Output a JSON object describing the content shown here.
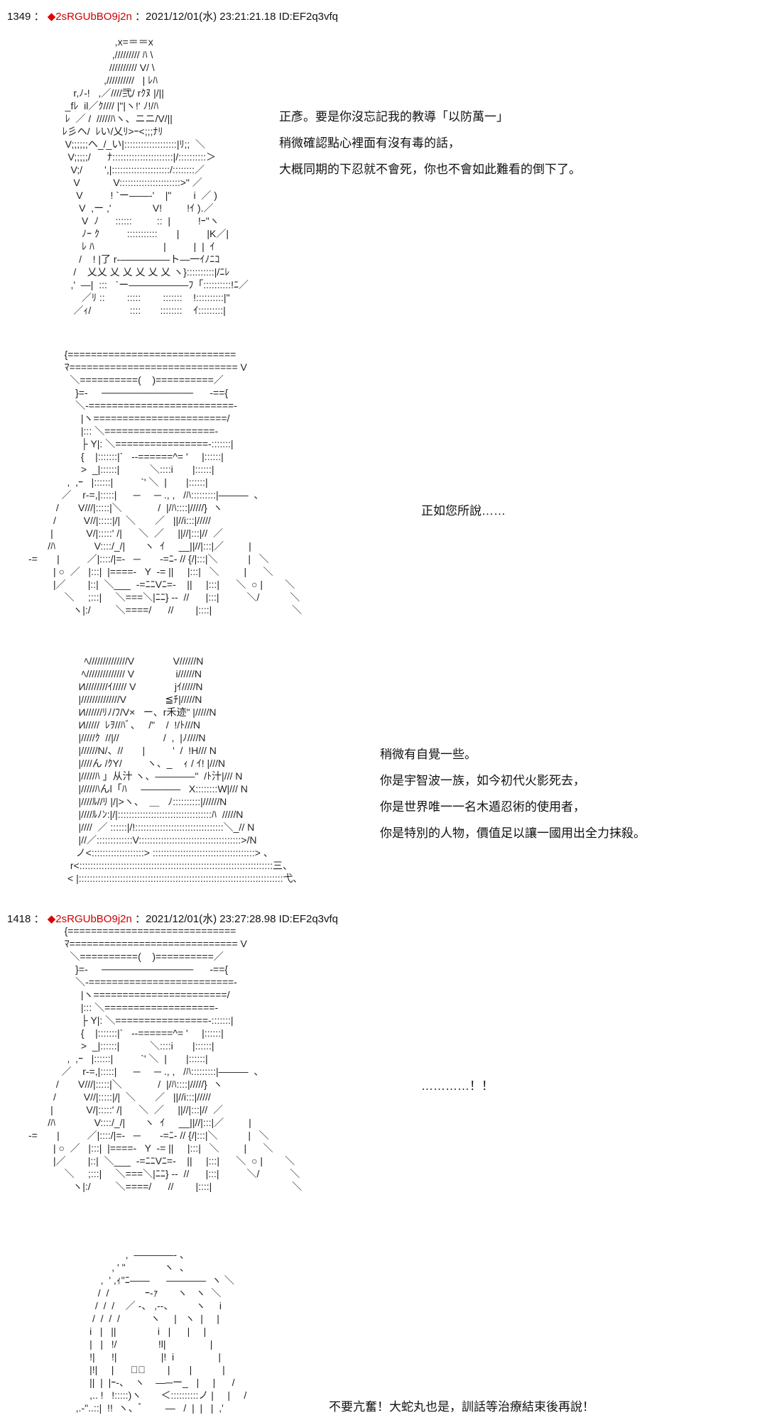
{
  "posts": [
    {
      "number": "1349",
      "separator": "：",
      "diamond": "◆",
      "trip": "2sRGUbBO9j2n",
      "datetime": "：2021/12/01(水) 23:21:21.18 ID:EF2q3vfq"
    },
    {
      "number": "1418",
      "separator": "：",
      "diamond": "◆",
      "trip": "2sRGUbBO9j2n",
      "datetime": "：2021/12/01(水) 23:27:28.98 ID:EF2q3vfq"
    }
  ],
  "dialogue": {
    "block1": [
      "正彥。要是你沒忘記我的教導「以防萬一」",
      " 稍微確認點心裡面有沒有毒的話，",
      " 大概同期的下忍就不會死，你也不會如此難看的倒下了。"
    ],
    "block2": [
      "正如您所說……"
    ],
    "block3": [
      "稍微有自覺一些。",
      "你是宇智波一族，如今初代火影死去，",
      " 你是世界唯一一名木遁忍術的使用者，",
      " 你是特別的人物，價值足以讓一國用出全力抹殺。"
    ],
    "block4": [
      "…………！！"
    ],
    "block5": [
      "不要亢奮！大蛇丸也是，訓話等治療結束後再說！"
    ]
  },
  "ascii_art": {
    "aa1": [
      "                     ,x=＝＝x",
      "                    ,///////// ﾊ \\",
      "                   ////////// V/ \\",
      "                 ,//////////   | ﾚﾊ",
      "      r,ﾉ-!   ,／////弐/ rｸﾇ |/||",
      "   _fﾚ  il／ｸ//// |\"|ヽ!' ﾉ!/ﾊ",
      "   ﾚ  ／ /  /////ﾊヽ、ニニ/V/||",
      "  ﾚ彡ヘ/  ﾚい/乂ﾘ>ｰ<;;;ﾅﾘ",
      "   V;;;;;;ヘ_/_い|:::::::::::::::::::|ﾘ;;  ＼",
      "    V;;;;;/      ﾅ::::::::::::::::::::::|/::::::::::＞",
      "     V;/        ',|:::::::::::::::::::::/::::::::／",
      "      V            V::::::::::::::::::::::>\" ／",
      "       V          ! `ー――‐'    |\"        i  ／ )",
      "        V  ,ー ,'               V!         !ｲ ).／",
      "         V  ﾉ      ::::::         ::  |          !ｰ\"ヽ",
      "         ﾉｰ ｸ          :::::::::::       |          |K／|",
      "         ﾚ ﾊ                         |          |  |  ｲ",
      "        /    ! |了 r‐―――――ト―一ｲﾉﾆｺ",
      "      /    乂乂 乂 乂 乂 乂 乂 ヽ}::::::::::|/ﾆﾚ",
      "     ,'  ―|  :::   `ー――――――ﾌ「::::::::::!ﾆ／",
      "         ／ﾘ ::        :::::        :::::::    !::::::::::|\"",
      "      ／ｨ/              ::::       ::::::::    ｲ:::::::::|"
    ],
    "aa2": [
      "             {=============================",
      "             ﾏ============================= V",
      "               ＼==========(    )==========／",
      "                 }=-     ─────────────      -=={",
      "                 ＼-=========================-",
      "                   |ヽ=======================/",
      "                   |::: ＼===================-",
      "                   ├ Y|: ＼================-:::::::|",
      "                   {    |:::::::|`   --======^= '     |::::::|",
      "                   >  _|::::::|           ＼::::i       |::::::|",
      "              ,  ,ｰ   |::::::|          `' ＼  |       |::::::|",
      "            ／    r‐=,|:::::|      ─     ─ ., ,   /ﾊ:::::::::|―――  、",
      "          /       V///|:::::|＼             /  |/ﾊ::::|/////}  ヽ",
      "         /          V//|:::::|/|  ＼       ／   ||//i:::|/////",
      "        |            V/|:::::' /|      ＼  ／     ||//|:::|//  ／",
      "       /ﾊ              V::::/_/|       ヽ  ｲ     __||//|:::|／         |",
      "-=       |          ／|::::/|=-   ─       -=ﾆ- // {/|:::|＼           |   ＼",
      "         | ○  ／   |:::|  |====-   Y  -= ||     |:::|   ＼         |      ＼",
      "         |／        |::|  ＼___  -=ﾆﾆVﾆ=-    ||     |:::|      ＼  ○ |        ＼",
      "             ＼     ;:::|     ＼===＼|ﾆﾆ} --  //      |:::|          ＼/           ＼",
      "                ヽ|:/         ＼====/      //        |::::|                             ＼"
    ],
    "aa3": [
      "      ﾍ//////////////V              V//////N",
      "     ﾍ////////////// V               i//////N",
      "    И////////ｲ///// V              jｲ/////N",
      "    |//////////////V              ≦ﾁ|/////N",
      "    И//////ﾘﾉ/ﾌ/V×   ー、r禾迹\" |/////N",
      "    И/////  ﾚｦ//ﾊﾞ、   /\"    /  !/ﾄ///N",
      "    |/////ｸ  //|//                /  ,  |ﾉ////N",
      "    |//////N/、//       |          '  /  !H/// N",
      "    |////ん /ｸY/         ヽ、_    ｨ / ｲ! |///N",
      "    |/////ﾊ 」从汁 ヽ、――――\"  /ﾄ汁|/// N",
      "    |/////ﾊんl「ﾊ     ――――   X::::::::W|/// N",
      "    |////ﾙ//ﾘ |/|>ヽ、  ＿   ﾉ::::::::::|//////N",
      "    |////ﾙﾉﾝ:|/|::::::::::::::::::::::::::::::::::ﾊ  /////N",
      "    |////  ／ ::::::|/!::::::::::::::::::::::::::::::::＼_// N",
      "    |//／:::::::::::::V:::::::::::::::::::::::::::::::::::::>/N",
      "   ノ<:::::::::::::::::::> :::::::::::::::::::::::::::::::::::::> 、",
      " r<::::::::::::::::::::::::::::::::::::::::::::::::::::::::::::::::::::::三、",
      "< |::::::::::::::::::::::::::::::::::::::::::::::::::::::::::::::::::::::::::弋､"
    ],
    "aa5": [
      "                     ,  ――――‐ 、",
      "                , ' \"              ヽ  、",
      "            ,  ' ,ｨ\"ﾆ――      ――――  ヽ ＼",
      "           /  /             ｰ‐ｧ       ヽ   ヽ  ＼",
      "          /  /  /    ／ ‐、 ,‐‐、        ヽ     i",
      "         /  /  /  /           ヽ     |   ヽ  |     |",
      "        i   |   ||               i   |      |     |",
      "        |   |   !/               !l|                |",
      "        !|      !|                |!  i                |",
      "        |!|     |      ﾞﾟ        |       |           |",
      "        ||  |  |ｰ-、  ヽ    ―─ー_   |     |      /",
      "        ,.. !   !:::::)ヽ       ＜::::::::::ノ |     |     /",
      "   ,.‐\"..::|  !!  ヽ、ﾞ        ―   /  |  |   |  ,'"
    ]
  }
}
